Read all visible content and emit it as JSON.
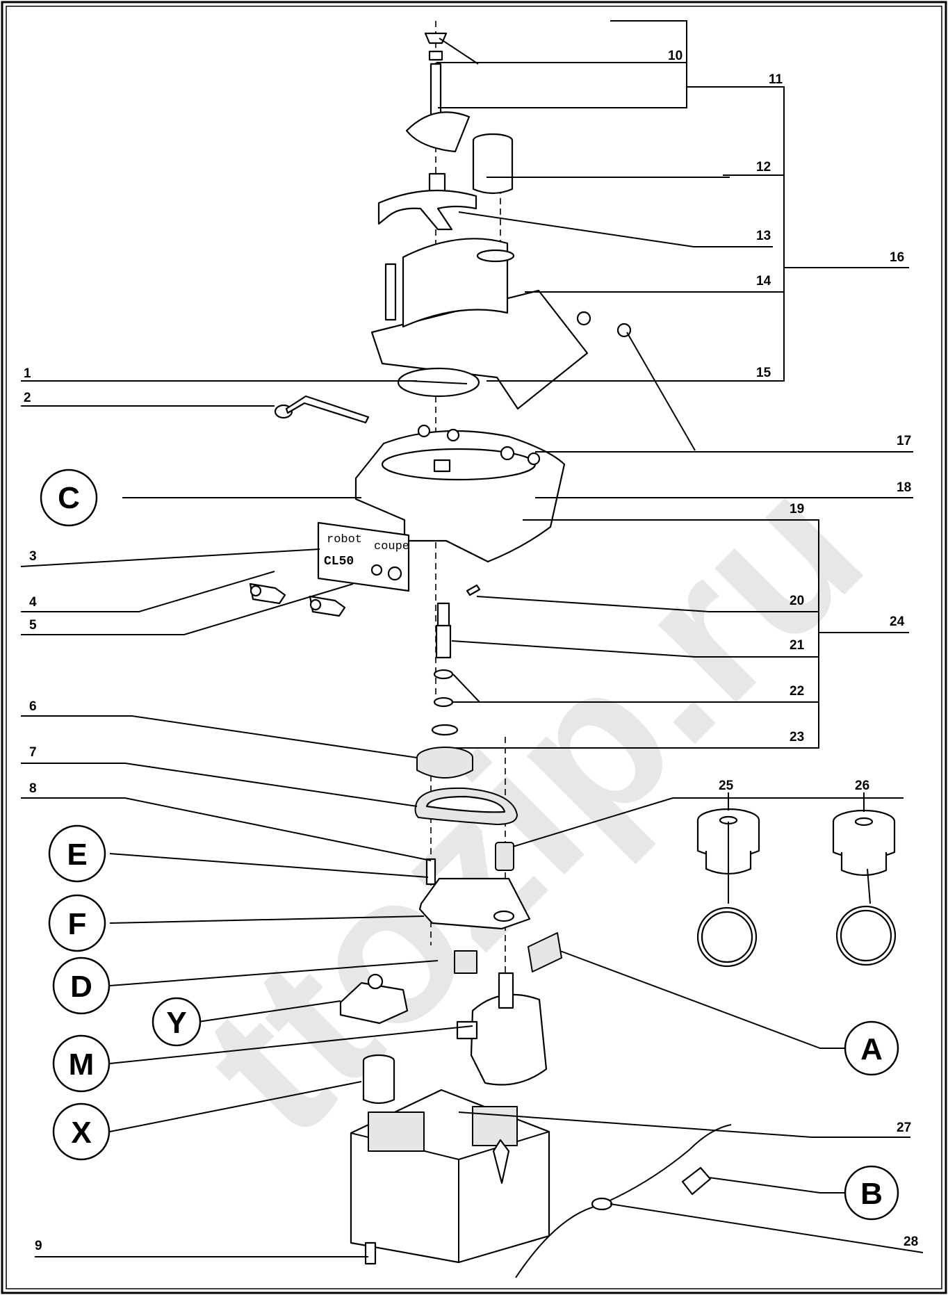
{
  "watermark": "ttozip.ru",
  "labels": {
    "n1": "1",
    "n2": "2",
    "n3": "3",
    "n4": "4",
    "n5": "5",
    "n6": "6",
    "n7": "7",
    "n8": "8",
    "n9": "9",
    "n10": "10",
    "n11": "11",
    "n12": "12",
    "n13": "13",
    "n14": "14",
    "n15": "15",
    "n16": "16",
    "n17": "17",
    "n18": "18",
    "n19": "19",
    "n20": "20",
    "n21": "21",
    "n22": "22",
    "n23": "23",
    "n24": "24",
    "n25": "25",
    "n26": "26",
    "n27": "27",
    "n28": "28"
  },
  "circles": {
    "A": "A",
    "B": "B",
    "C": "C",
    "D": "D",
    "E": "E",
    "F": "F",
    "M": "M",
    "X": "X",
    "Y": "Y"
  },
  "plate": {
    "line1a": "robot",
    "line1b": "coupe",
    "line2": "CL50"
  }
}
